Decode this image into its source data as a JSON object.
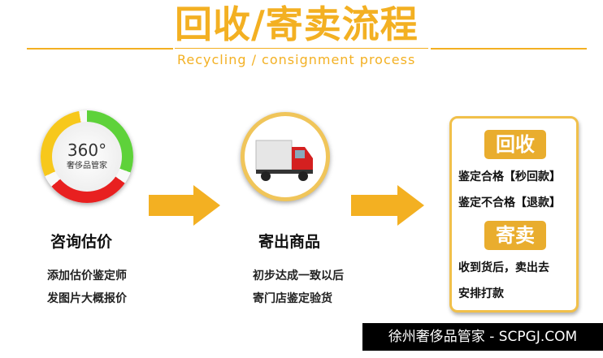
{
  "header": {
    "title": "回收/寄卖流程",
    "subtitle": "Recycling / consignment process"
  },
  "step1": {
    "logo_number": "360°",
    "logo_text": "奢侈品管家",
    "title": "咨询估价",
    "lines": [
      "添加估价鉴定师",
      "发图片大概报价"
    ]
  },
  "step2": {
    "title": "寄出商品",
    "lines": [
      "初步达成一致以后",
      "寄门店鉴定验货"
    ]
  },
  "step3": {
    "recycle_badge": "回收",
    "recycle_lines": [
      "鉴定合格【秒回款】",
      "鉴定不合格【退款】"
    ],
    "consign_badge": "寄卖",
    "consign_lines": [
      "收到货后，卖出去",
      "安排打款"
    ]
  },
  "footer": {
    "text": "徐州奢侈品管家 - SCPGJ.COM"
  },
  "colors": {
    "accent": "#f3b022"
  }
}
